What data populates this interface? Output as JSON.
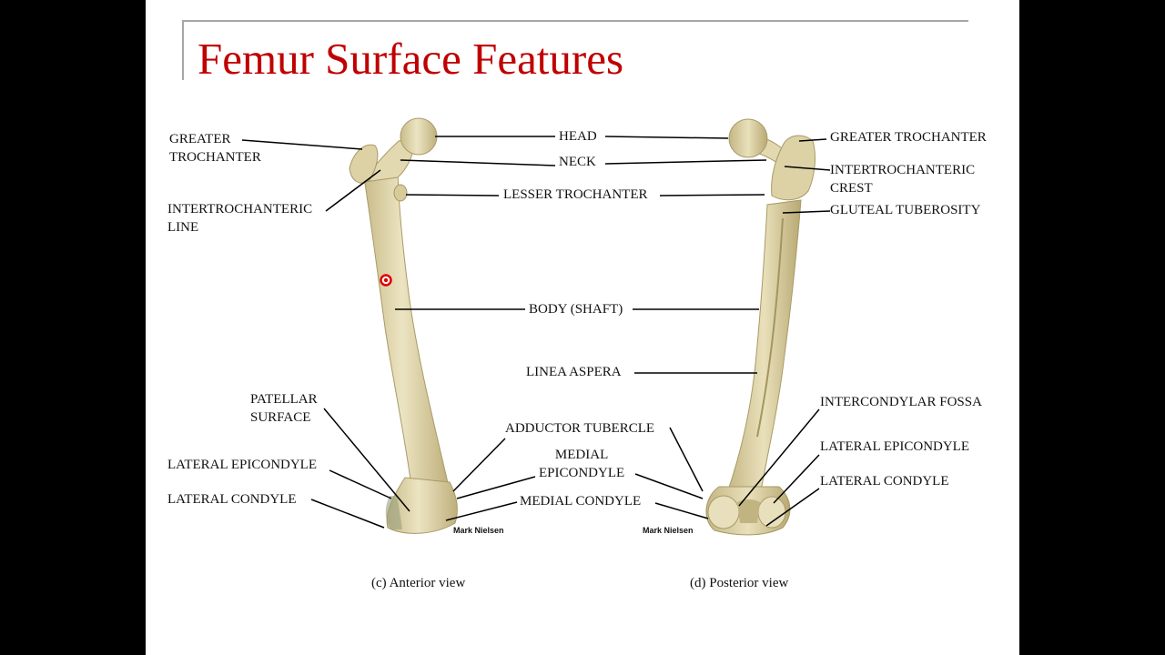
{
  "slide": {
    "title": "Femur Surface Features"
  },
  "anterior": {
    "caption": "(c) Anterior view",
    "credit": "Mark Nielsen",
    "labels": {
      "greater_trochanter": [
        "GREATER",
        "TROCHANTER"
      ],
      "intertrochanteric_line": [
        "INTERTROCHANTERIC",
        "LINE"
      ],
      "patellar_surface": [
        "PATELLAR",
        "SURFACE"
      ],
      "lateral_epicondyle": "LATERAL EPICONDYLE",
      "lateral_condyle": "LATERAL CONDYLE"
    }
  },
  "shared_labels": {
    "head": "HEAD",
    "neck": "NECK",
    "lesser_trochanter": "LESSER TROCHANTER",
    "body_shaft": "BODY (SHAFT)",
    "linea_aspera": "LINEA ASPERA",
    "adductor_tubercle": "ADDUCTOR TUBERCLE",
    "medial_epicondyle": [
      "MEDIAL",
      "EPICONDYLE"
    ],
    "medial_condyle": "MEDIAL CONDYLE"
  },
  "posterior": {
    "caption": "(d) Posterior view",
    "credit": "Mark Nielsen",
    "labels": {
      "greater_trochanter": "GREATER TROCHANTER",
      "intertrochanteric_crest": [
        "INTERTROCHANTERIC",
        "CREST"
      ],
      "gluteal_tuberosity": "GLUTEAL TUBEROSITY",
      "intercondylar_fossa": "INTERCONDYLAR FOSSA",
      "lateral_epicondyle": "LATERAL EPICONDYLE",
      "lateral_condyle": "LATERAL CONDYLE"
    }
  },
  "colors": {
    "title": "#c00000",
    "bone": "#e6dcb4",
    "bone_shadow": "#b9ab78",
    "pointer": "#e00000"
  }
}
